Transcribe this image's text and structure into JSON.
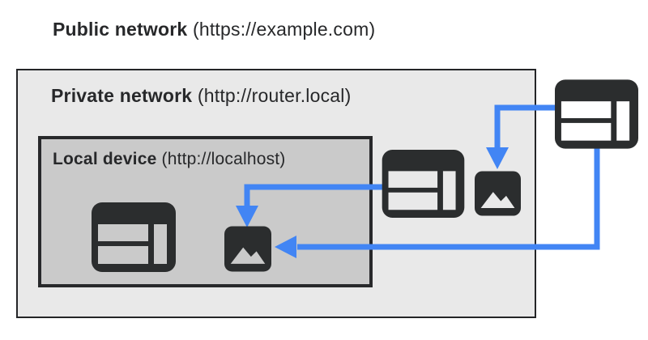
{
  "labels": {
    "public_network": {
      "name": "Public network",
      "url": " (https://example.com)"
    },
    "private_network": {
      "name": "Private network",
      "url": " (http://router.local)"
    },
    "local_device": {
      "name": "Local device",
      "url": " (http://localhost)"
    }
  },
  "icons": {
    "local_browser": "browser-window-icon",
    "local_image": "image-icon",
    "private_browser": "browser-window-icon",
    "private_image": "image-icon",
    "public_browser": "browser-window-icon"
  },
  "arrows": [
    {
      "from": "private-network-browser",
      "to": "local-device-image",
      "enters": "top"
    },
    {
      "from": "public-network-browser",
      "to": "private-network-image",
      "enters": "top"
    },
    {
      "from": "public-network-browser",
      "to": "local-device-image",
      "enters": "right"
    }
  ],
  "colors": {
    "arrow_blue": "#4285f4",
    "icon_dark": "#2b2d2e",
    "box_border": "#27282a",
    "private_network_bg": "#e9e9e9",
    "local_device_bg": "#cacaca",
    "text": "#27282a",
    "page_bg": "#ffffff"
  }
}
